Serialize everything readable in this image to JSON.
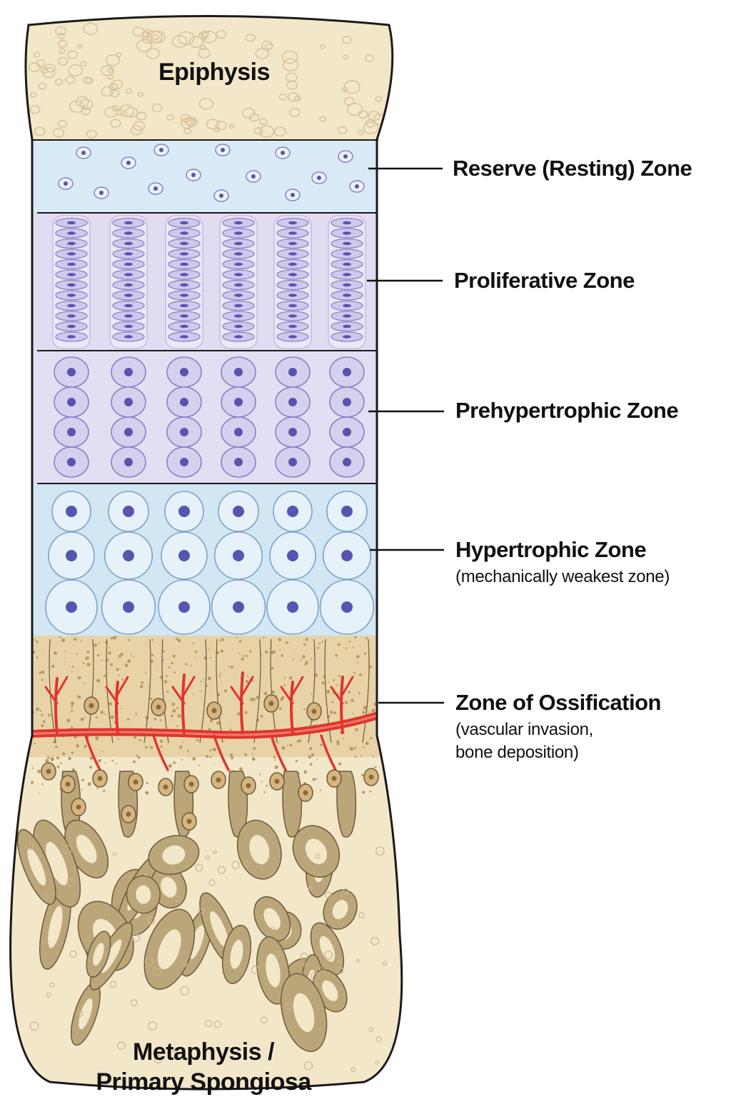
{
  "regions": {
    "epiphysis": "Epiphysis",
    "metaphysis_line1": "Metaphysis /",
    "metaphysis_line2": "Primary Spongiosa"
  },
  "zones": [
    {
      "title": "Reserve (Resting) Zone",
      "subtitle": []
    },
    {
      "title": "Proliferative Zone",
      "subtitle": []
    },
    {
      "title": "Prehypertrophic Zone",
      "subtitle": []
    },
    {
      "title": "Hypertrophic Zone",
      "subtitle": [
        "(mechanically weakest zone)"
      ]
    },
    {
      "title": "Zone of Ossification",
      "subtitle": [
        "(vascular invasion,",
        "bone deposition)"
      ]
    }
  ],
  "colors": {
    "outline": "#1a1a1a",
    "bone_fill": "#f3e7c9",
    "bone_pore": "#d9c39a",
    "reserve_fill": "#d8eaf6",
    "proliferative_fill": "#e0dcf1",
    "prehypertrophic_fill": "#e4def2",
    "hypertrophic_fill": "#d3e6f4",
    "cell_membrane": "#8a80c4",
    "nucleus": "#5a53b0",
    "vessel": "#e0352b",
    "ossification_fill": "#e8d3a8",
    "trabecula_fill": "#bba67a"
  }
}
